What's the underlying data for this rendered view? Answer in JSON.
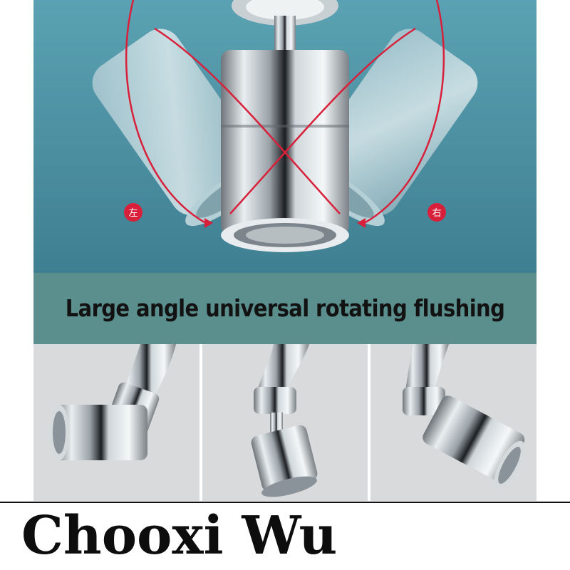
{
  "hero": {
    "rotation_labels": {
      "left": "左",
      "right": "右"
    },
    "colors": {
      "background": "#4f94a6",
      "arrow": "#d8203a"
    }
  },
  "banner": {
    "title": "Large angle universal rotating flushing"
  },
  "panels": [
    {
      "pose": "aerator-rotated-left"
    },
    {
      "pose": "aerator-pointing-down"
    },
    {
      "pose": "aerator-rotated-right"
    }
  ],
  "brand": {
    "name": "Chooxi Wu"
  }
}
